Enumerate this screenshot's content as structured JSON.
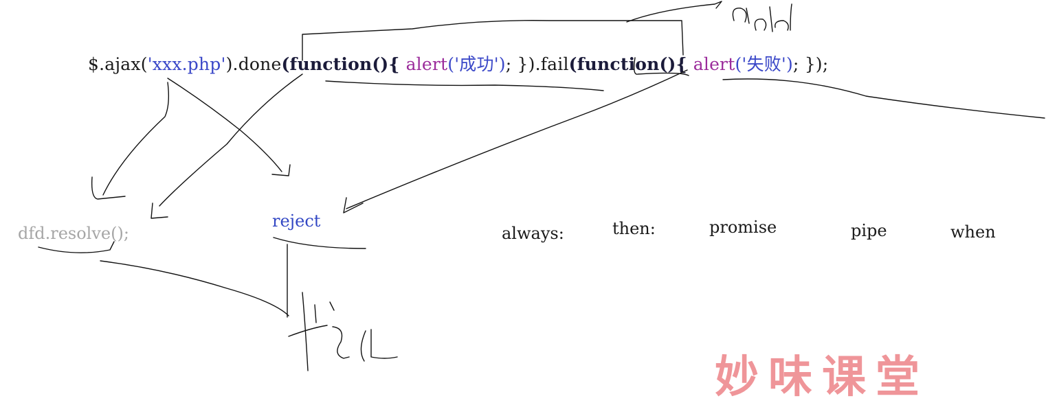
{
  "code": {
    "jq_prefix": "$.ajax",
    "open1": "(",
    "url": "'xxx.php'",
    "close1": ").",
    "done": "done",
    "fn1": "(function(){ ",
    "alert1": "alert",
    "arg1": "('成功')",
    "tail1": "; })",
    "fail": ".fail",
    "fn2": "(function(){ ",
    "alert2": "alert",
    "arg2": "('失败')",
    "tail2": "; });"
  },
  "words": {
    "dfd_resolve": "dfd.resolve();",
    "reject": "reject",
    "always": "always:",
    "then": "then:",
    "promise": "promise",
    "pipe": "pipe",
    "when": "when"
  },
  "watermark": "妙味课堂",
  "colors": {
    "keyword": "#1b1b3a",
    "string": "#3b48c8",
    "alert": "#9b2c9b",
    "dfd": "#a6a6a6",
    "reject": "#3247c4",
    "watermark": "#ee8a8e"
  }
}
